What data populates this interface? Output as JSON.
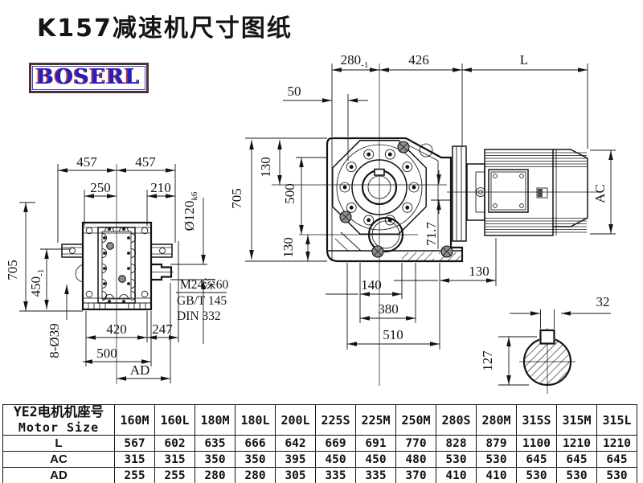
{
  "page": {
    "title": "K157减速机尺寸图纸",
    "logo": "BOSERL"
  },
  "colors": {
    "line": "#141414",
    "logo_text": "#2020c4",
    "logo_border": "#4b3335"
  },
  "dims": {
    "left_457_a": "457",
    "left_457_b": "457",
    "left_250": "250",
    "left_210": "210",
    "left_705": "705",
    "left_450_main": "450",
    "left_450_sub": "-1",
    "left_8d39": "8-Ø39",
    "left_420": "420",
    "left_247": "247",
    "left_500": "500",
    "left_AD": "AD",
    "left_phi120_main": "Ø120",
    "left_phi120_sub": "k6",
    "note_m24": "M24深60",
    "note_gbt": "GB/T 145",
    "note_din": "DIN 332",
    "top_280_main": "280",
    "top_280_sub": "-1",
    "top_426": "426",
    "top_L": "L",
    "top_50": "50",
    "c_705": "705",
    "c_130_upper": "130",
    "c_500": "500",
    "c_130_lower": "130",
    "b_140": "140",
    "b_380": "380",
    "b_510": "510",
    "b_130": "130",
    "c_717": "71.7",
    "ac": "AC",
    "s_32": "32",
    "s_127": "127"
  },
  "table": {
    "header_cn": "YE2电机机座号",
    "header_en": "Motor Size",
    "columns": [
      "160M",
      "160L",
      "180M",
      "180L",
      "200L",
      "225S",
      "225M",
      "250M",
      "280S",
      "280M",
      "315S",
      "315M",
      "315L"
    ],
    "rows": [
      {
        "label": "L",
        "values": [
          "567",
          "602",
          "635",
          "666",
          "642",
          "669",
          "691",
          "770",
          "828",
          "879",
          "1100",
          "1210",
          "1210"
        ]
      },
      {
        "label": "AC",
        "values": [
          "315",
          "315",
          "350",
          "350",
          "395",
          "450",
          "450",
          "480",
          "530",
          "530",
          "645",
          "645",
          "645"
        ]
      },
      {
        "label": "AD",
        "values": [
          "255",
          "255",
          "280",
          "280",
          "305",
          "335",
          "335",
          "370",
          "410",
          "410",
          "530",
          "530",
          "530"
        ]
      }
    ]
  }
}
